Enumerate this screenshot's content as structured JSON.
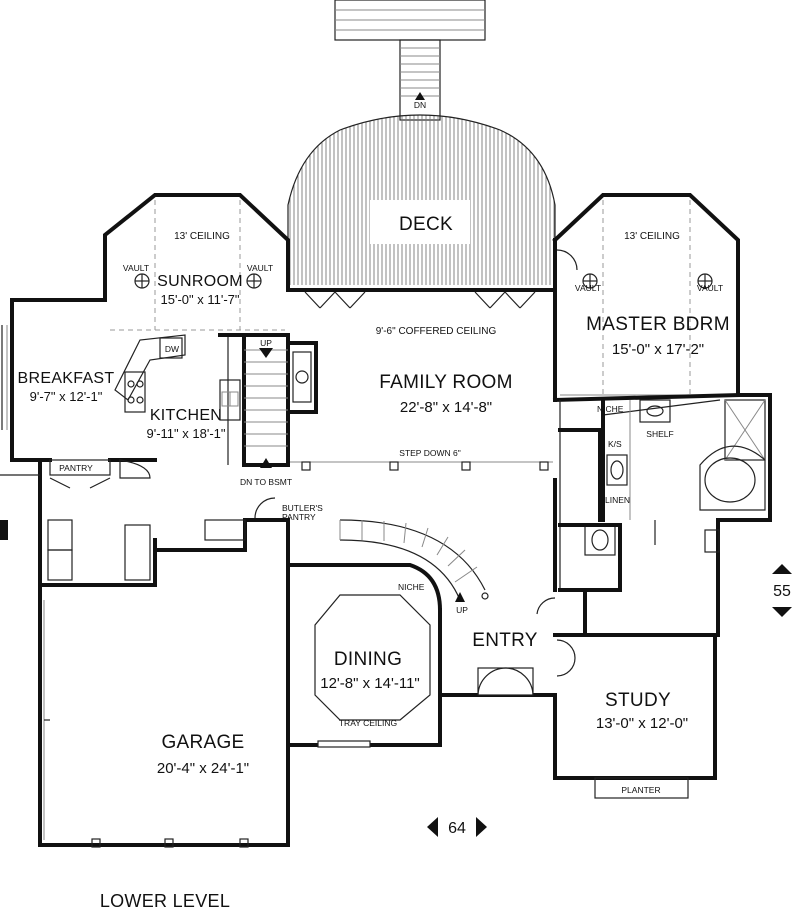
{
  "plan": {
    "rooms": {
      "deck": {
        "name": "DECK"
      },
      "sunroom": {
        "name": "SUNROOM",
        "size": "15'-0\" x 11'-7\"",
        "ceiling": "13' CEILING",
        "vault_left": "VAULT",
        "vault_right": "VAULT"
      },
      "master": {
        "name": "MASTER BDRM",
        "size": "15'-0\" x 17'-2\"",
        "ceiling": "13' CEILING",
        "vault_left": "VAULT",
        "vault_right": "VAULT"
      },
      "family": {
        "name": "FAMILY ROOM",
        "size": "22'-8\" x 14'-8\"",
        "ceiling": "9'-6\" COFFERED CEILING",
        "step": "STEP DOWN 6\""
      },
      "breakfast": {
        "name": "BREAKFAST",
        "size": "9'-7\" x 12'-1\""
      },
      "kitchen": {
        "name": "KITCHEN",
        "size": "9'-11\" x 18'-1\""
      },
      "dining": {
        "name": "DINING",
        "size": "12'-8\" x 14'-11\"",
        "ceiling": "TRAY CEILING"
      },
      "entry": {
        "name": "ENTRY"
      },
      "study": {
        "name": "STUDY",
        "size": "13'-0\" x 12'-0\""
      },
      "garage": {
        "name": "GARAGE",
        "size": "20'-4\" x 24'-1\""
      }
    },
    "labels": {
      "pantry": "PANTRY",
      "butlers_pantry_1": "BUTLER'S",
      "butlers_pantry_2": "PANTRY",
      "dn_to_bsmt": "DN TO BSMT",
      "stair_up": "UP",
      "stair_main_up": "UP",
      "deck_dn": "DN",
      "niche_hall": "NICHE",
      "niche_bath": "NICHE",
      "shelf": "SHELF",
      "ks": "K/S",
      "linen": "LINEN",
      "planter": "PLANTER",
      "dw": "DW"
    },
    "dimensions": {
      "width": "64",
      "depth": "55"
    },
    "level": "LOWER LEVEL"
  }
}
